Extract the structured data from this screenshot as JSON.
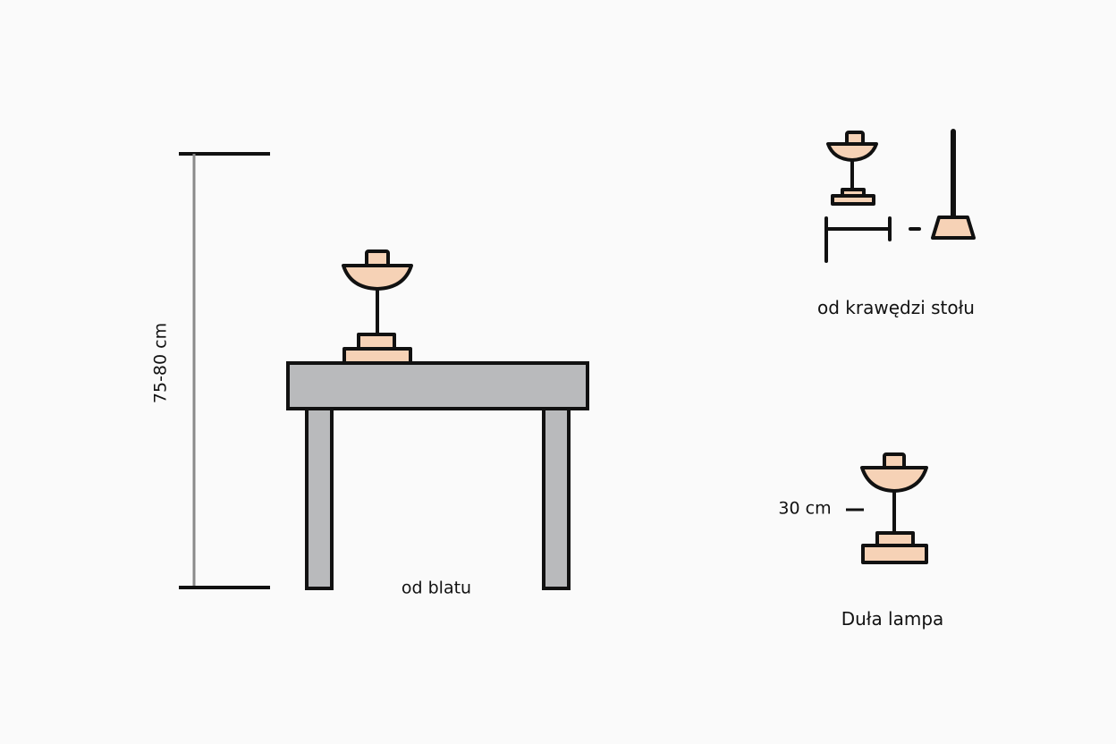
{
  "labels": {
    "height_range": "75-80 cm",
    "from_tabletop": "od blatu",
    "from_table_edge": "od krawędzi stołu",
    "distance": "30 cm",
    "large_lamp": "Duła lampa"
  },
  "colors": {
    "background": "#fafafa",
    "outline": "#111111",
    "table_fill": "#b9babc",
    "lamp_fill": "#f6d2b6",
    "dimension_line": "#8a8a8a"
  },
  "icons": {
    "lamp": "table-lamp-icon",
    "floor_lamp": "floor-lamp-icon"
  }
}
